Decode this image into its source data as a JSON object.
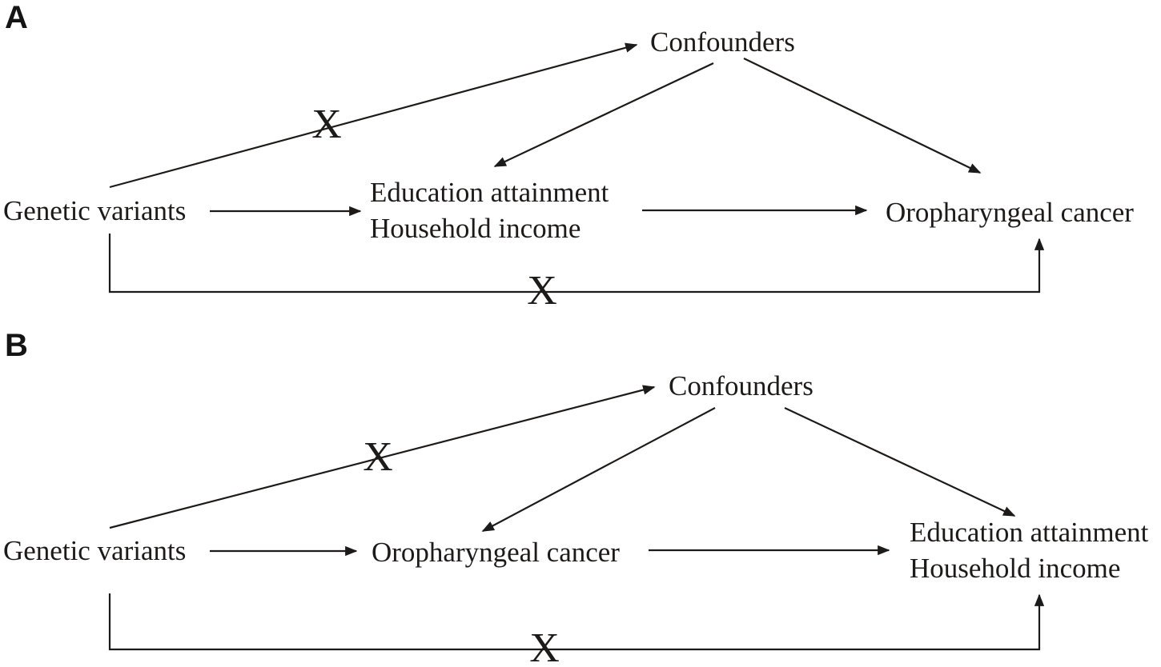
{
  "figure": {
    "type": "causal-diagram",
    "description": "Two-panel Mendelian randomization directed acyclic graphs",
    "ink_color": "#1d1b19"
  },
  "panel_a": {
    "label": "A",
    "nodes": {
      "genetic_variants": "Genetic variants",
      "ses_line1": "Education attainment",
      "ses_line2": "Household income",
      "confounders": "Confounders",
      "cancer": "Oropharyngeal cancer"
    },
    "marks": {
      "confounder_path": "X",
      "direct_path": "X"
    },
    "edges": [
      {
        "from": "Genetic variants",
        "to": "Confounders",
        "status": "crossed-out"
      },
      {
        "from": "Genetic variants",
        "to": "Education attainment / Household income",
        "status": "arrow"
      },
      {
        "from": "Confounders",
        "to": "Education attainment / Household income",
        "status": "arrow"
      },
      {
        "from": "Confounders",
        "to": "Oropharyngeal cancer",
        "status": "arrow"
      },
      {
        "from": "Education attainment / Household income",
        "to": "Oropharyngeal cancer",
        "status": "arrow"
      },
      {
        "from": "Genetic variants",
        "to": "Oropharyngeal cancer",
        "status": "crossed-out"
      }
    ]
  },
  "panel_b": {
    "label": "B",
    "nodes": {
      "genetic_variants": "Genetic variants",
      "cancer": "Oropharyngeal cancer",
      "confounders": "Confounders",
      "ses_line1": "Education attainment",
      "ses_line2": "Household income"
    },
    "marks": {
      "confounder_path": "X",
      "direct_path": "X"
    },
    "edges": [
      {
        "from": "Genetic variants",
        "to": "Confounders",
        "status": "crossed-out"
      },
      {
        "from": "Genetic variants",
        "to": "Oropharyngeal cancer",
        "status": "arrow"
      },
      {
        "from": "Confounders",
        "to": "Oropharyngeal cancer",
        "status": "arrow"
      },
      {
        "from": "Confounders",
        "to": "Education attainment / Household income",
        "status": "arrow"
      },
      {
        "from": "Oropharyngeal cancer",
        "to": "Education attainment / Household income",
        "status": "arrow"
      },
      {
        "from": "Genetic variants",
        "to": "Education attainment / Household income",
        "status": "crossed-out"
      }
    ]
  }
}
